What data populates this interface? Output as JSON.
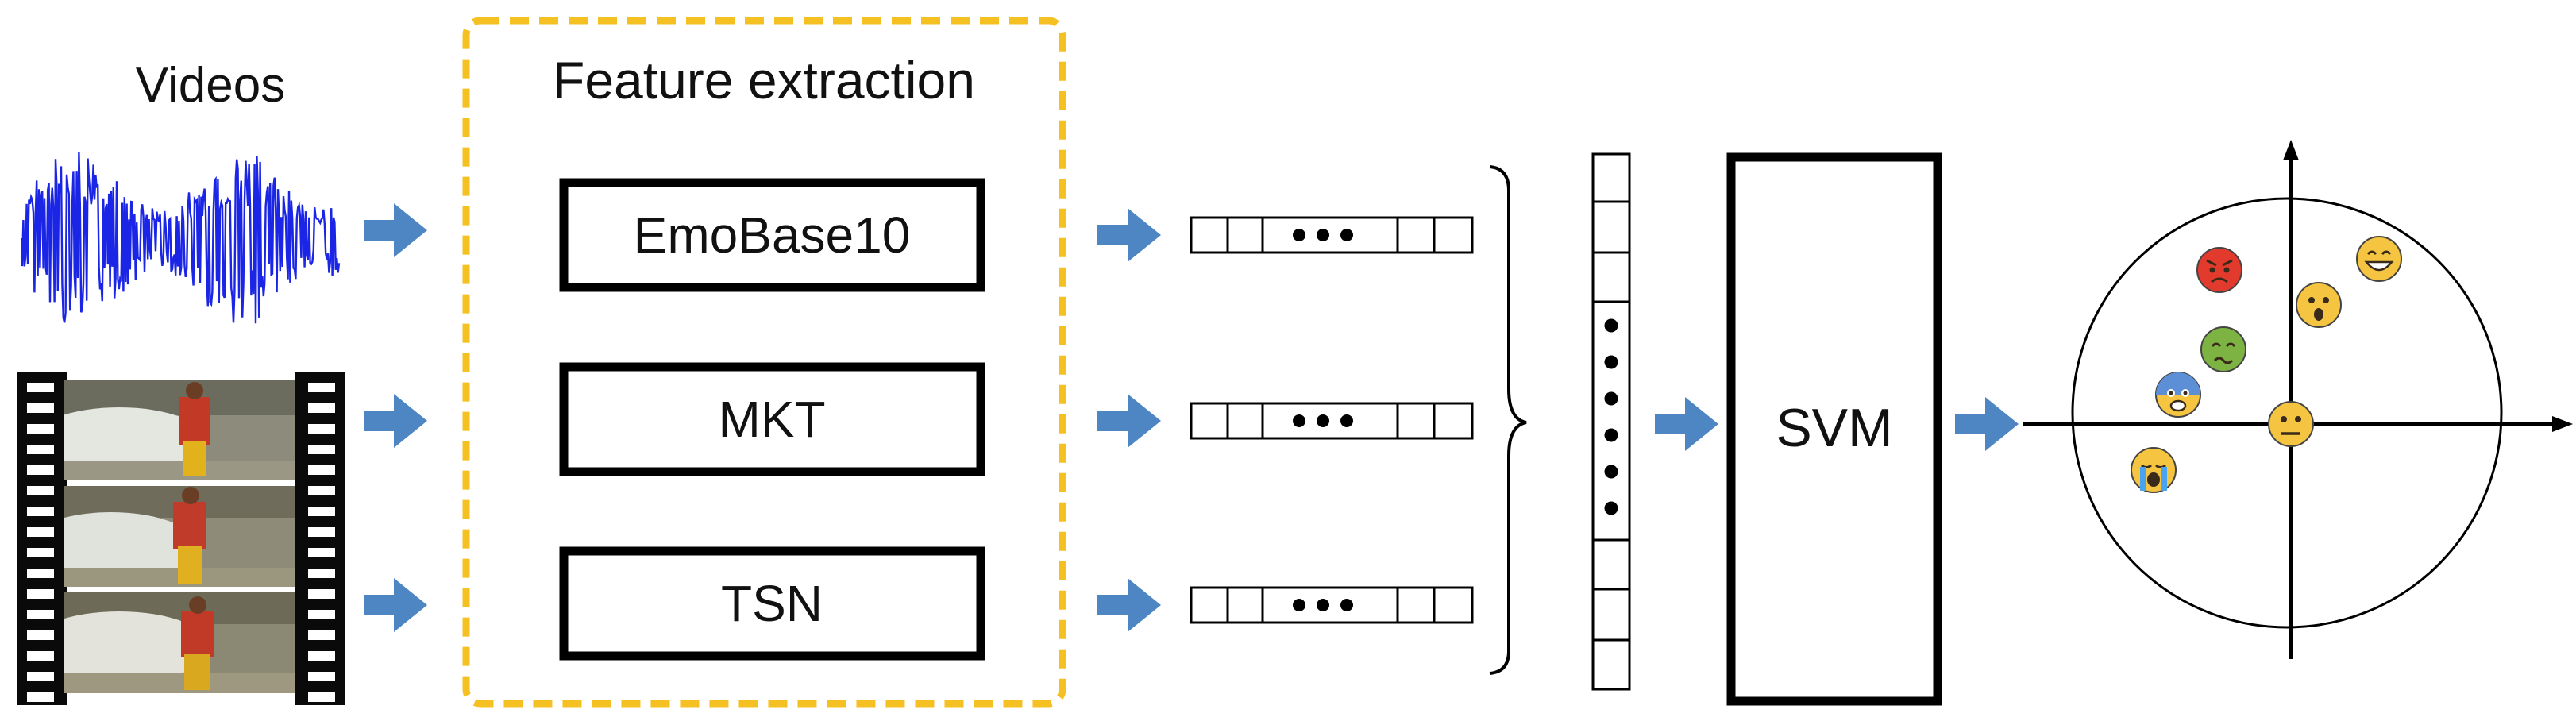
{
  "left_title": "Videos",
  "feature_box": {
    "title": "Feature extraction",
    "extractors": [
      "EmoBase10",
      "MKT",
      "TSN"
    ]
  },
  "classifier": "SVM",
  "colors": {
    "arrow": "#4d86c2",
    "extraction_border": "#f5c022",
    "waveform": "#1a25e6"
  },
  "icons": {
    "audio": "audio-waveform-icon",
    "film": "film-strip-icon",
    "emotions": [
      "angry-face-icon",
      "grinning-face-icon",
      "surprised-face-icon",
      "nauseated-face-icon",
      "fearful-face-icon",
      "neutral-face-icon",
      "crying-face-icon"
    ]
  }
}
